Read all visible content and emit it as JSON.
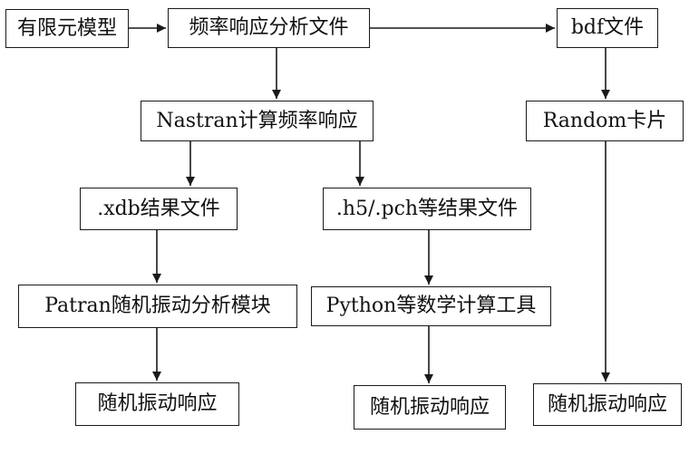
{
  "nodes": {
    "fem_model": "有限元模型",
    "freq_file": "频率响应分析文件",
    "bdf_file": "bdf文件",
    "nastran_calc": "Nastran计算频率响应",
    "random_card": "Random卡片",
    "xdb_file": ".xdb结果文件",
    "h5_file": ".h5/.pch等结果文件",
    "patran_module": "Patran随机振动分析模块",
    "python_tool": "Python等数学计算工具",
    "resp_patran": "随机振动响应",
    "resp_python": "随机振动响应",
    "resp_random": "随机振动响应"
  }
}
